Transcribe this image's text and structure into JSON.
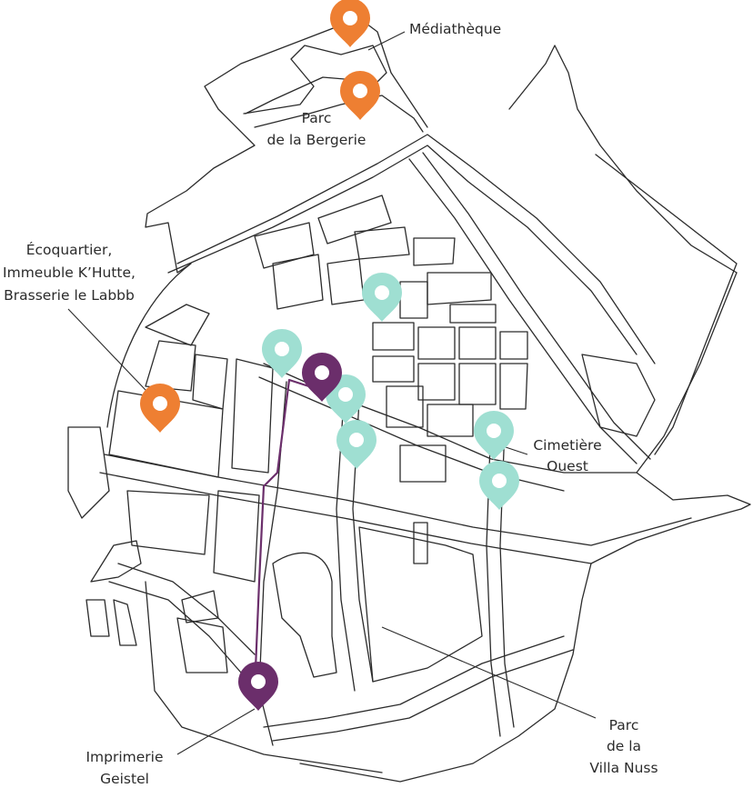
{
  "colors": {
    "orange": "#ee7f32",
    "teal": "#9fdfd2",
    "purple": "#6b2e6b",
    "street": "#2b2b2b"
  },
  "labels": {
    "mediatheque": "Médiathèque",
    "parc_bergerie_1": "Parc",
    "parc_bergerie_2": "de la Bergerie",
    "ecoquartier_1": "Écoquartier,",
    "ecoquartier_2": "Immeuble K’Hutte,",
    "ecoquartier_3": "Brasserie le Labbb",
    "cimetiere_1": "Cimetière",
    "cimetiere_2": "Ouest",
    "villa_nuss_1": "Parc",
    "villa_nuss_2": "de la",
    "villa_nuss_3": "Villa Nuss",
    "imprimerie_1": "Imprimerie",
    "imprimerie_2": "Geistel"
  },
  "markers": [
    {
      "name": "mediatheque-marker",
      "kind": "orange"
    },
    {
      "name": "parc-bergerie-marker",
      "kind": "orange"
    },
    {
      "name": "ecoquartier-marker",
      "kind": "orange"
    },
    {
      "name": "teal-marker-1",
      "kind": "teal"
    },
    {
      "name": "teal-marker-2",
      "kind": "teal"
    },
    {
      "name": "teal-marker-3",
      "kind": "teal"
    },
    {
      "name": "teal-marker-4",
      "kind": "teal"
    },
    {
      "name": "teal-marker-5",
      "kind": "teal"
    },
    {
      "name": "teal-marker-6",
      "kind": "teal"
    },
    {
      "name": "purple-marker-start",
      "kind": "purple"
    },
    {
      "name": "imprimerie-marker",
      "kind": "purple"
    }
  ]
}
